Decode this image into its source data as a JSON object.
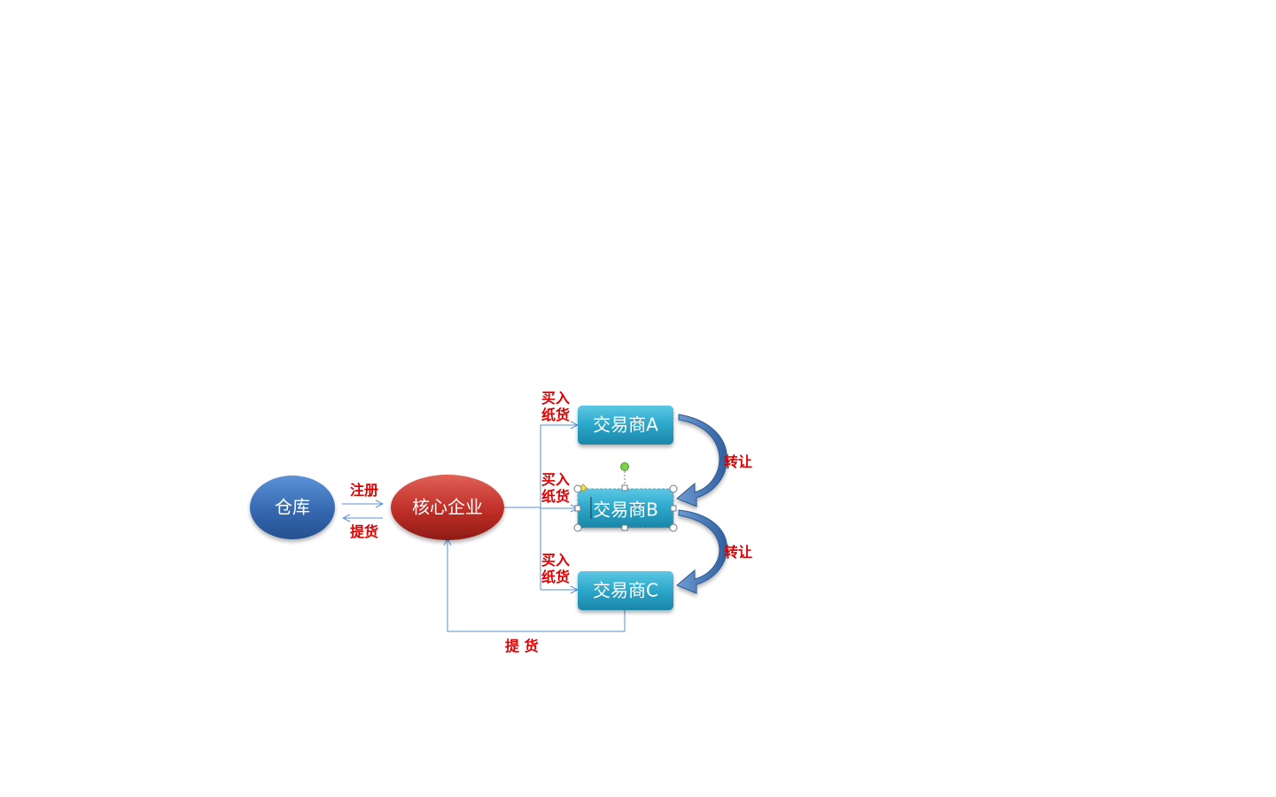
{
  "nodes": {
    "warehouse": "仓库",
    "core_enterprise": "核心企业",
    "trader_a": "交易商A",
    "trader_b": "交易商B",
    "trader_c": "交易商C"
  },
  "edge_labels": {
    "register": "注册",
    "pickup_left": "提货",
    "buy_a_line1": "买入",
    "buy_a_line2": "纸货",
    "buy_b_line1": "买入",
    "buy_b_line2": "纸货",
    "buy_c_line1": "买入",
    "buy_c_line2": "纸货",
    "transfer_ab": "转让",
    "transfer_bc": "转让",
    "pickup_bottom": "提 货"
  },
  "colors": {
    "warehouse_fill": "#3b6fb4",
    "core_fill": "#c0392f",
    "trader_fill": "#2ea7c9",
    "label_red": "#e00000",
    "connector": "#5b8fd3",
    "curved_arrow": "#3c6da8"
  }
}
